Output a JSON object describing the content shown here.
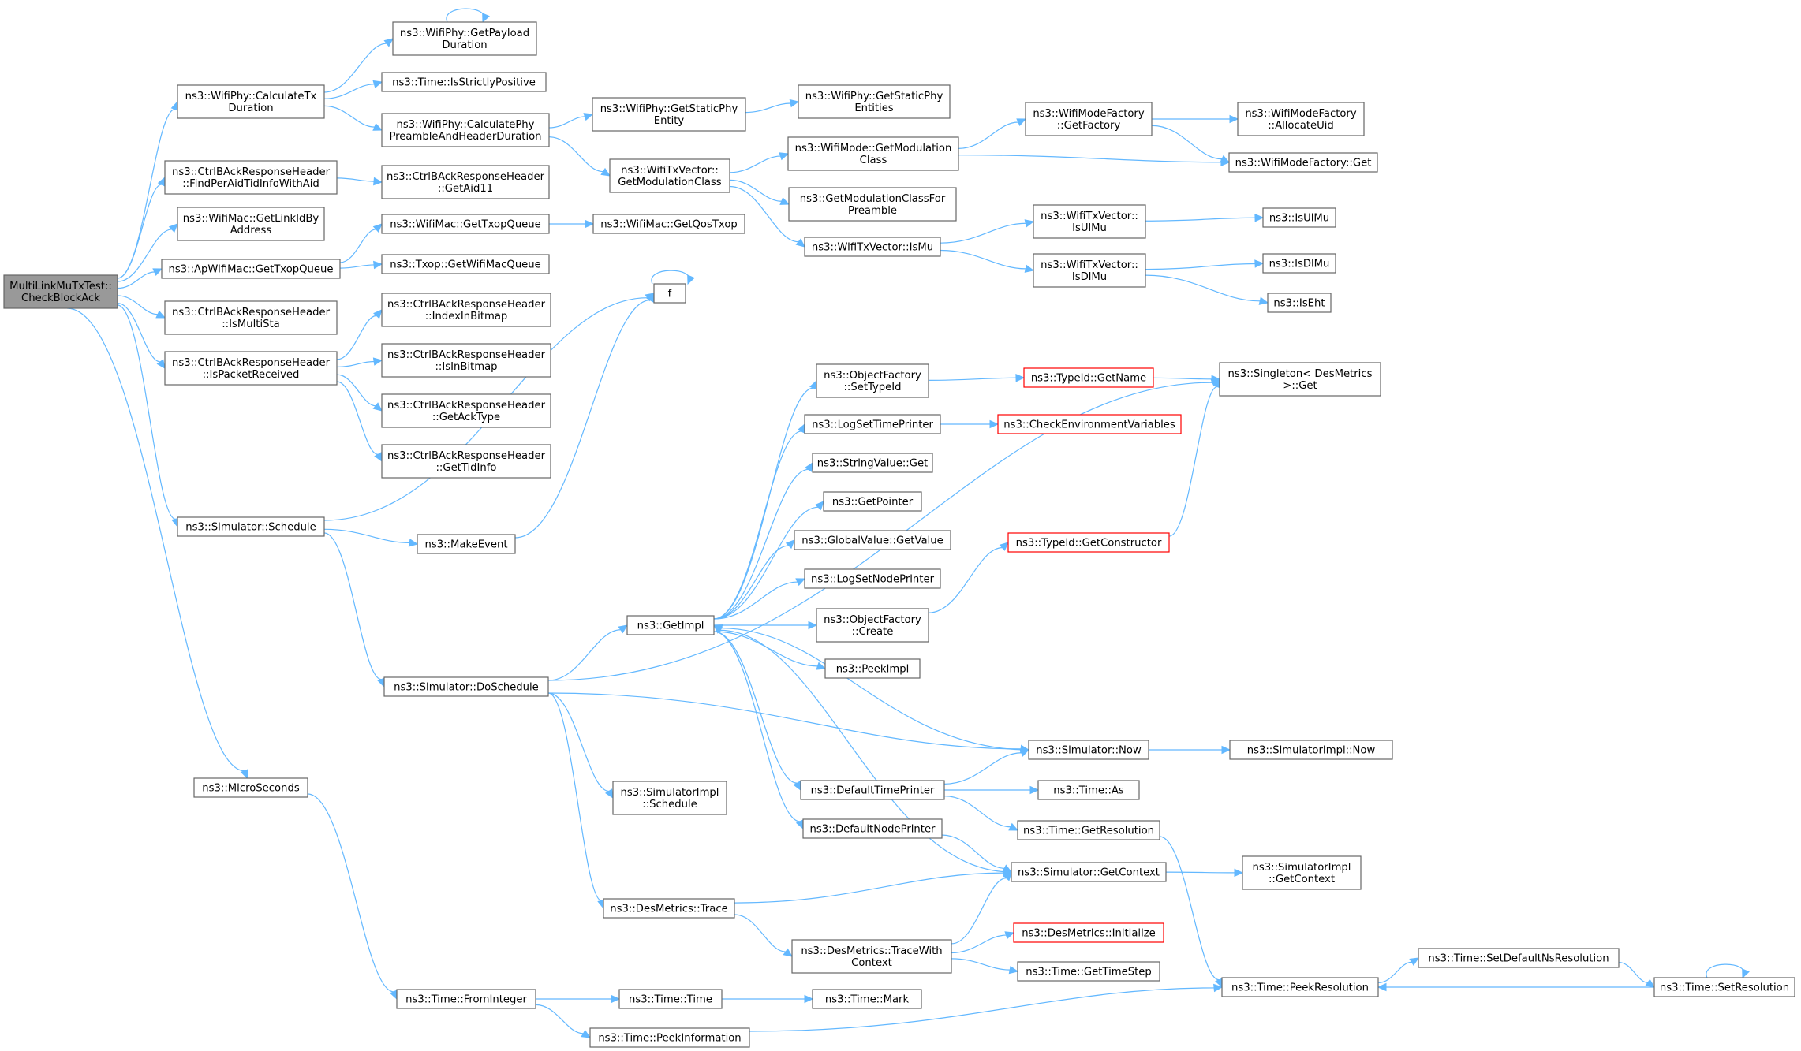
{
  "nodes": [
    {
      "id": "root",
      "label": [
        "MultiLinkMuTxTest::",
        "CheckBlockAck"
      ],
      "root": true
    },
    {
      "id": "calcTx",
      "label": [
        "ns3::WifiPhy::CalculateTx",
        "Duration"
      ]
    },
    {
      "id": "getPayload",
      "label": [
        "ns3::WifiPhy::GetPayload",
        "Duration"
      ]
    },
    {
      "id": "isStrictly",
      "label": [
        "ns3::Time::IsStrictlyPositive"
      ]
    },
    {
      "id": "calcPhy",
      "label": [
        "ns3::WifiPhy::CalculatePhy",
        "PreambleAndHeaderDuration"
      ]
    },
    {
      "id": "getStaticPhy",
      "label": [
        "ns3::WifiPhy::GetStaticPhy",
        "Entity"
      ]
    },
    {
      "id": "getStaticPhys",
      "label": [
        "ns3::WifiPhy::GetStaticPhy",
        "Entities"
      ]
    },
    {
      "id": "getModClass",
      "label": [
        "ns3::WifiTxVector::",
        "GetModulationClass"
      ]
    },
    {
      "id": "modeGetMod",
      "label": [
        "ns3::WifiMode::GetModulation",
        "Class"
      ]
    },
    {
      "id": "getFactory",
      "label": [
        "ns3::WifiModeFactory",
        "::GetFactory"
      ]
    },
    {
      "id": "allocUid",
      "label": [
        "ns3::WifiModeFactory",
        "::AllocateUid"
      ]
    },
    {
      "id": "factoryGet",
      "label": [
        "ns3::WifiModeFactory::Get"
      ]
    },
    {
      "id": "modClassFor",
      "label": [
        "ns3::GetModulationClassFor",
        "Preamble"
      ]
    },
    {
      "id": "isMu",
      "label": [
        "ns3::WifiTxVector::IsMu"
      ]
    },
    {
      "id": "isUlMuV",
      "label": [
        "ns3::WifiTxVector::",
        "IsUlMu"
      ]
    },
    {
      "id": "isDlMuV",
      "label": [
        "ns3::WifiTxVector::",
        "IsDlMu"
      ]
    },
    {
      "id": "isUlMu",
      "label": [
        "ns3::IsUlMu"
      ]
    },
    {
      "id": "isDlMu",
      "label": [
        "ns3::IsDlMu"
      ]
    },
    {
      "id": "isEht",
      "label": [
        "ns3::IsEht"
      ]
    },
    {
      "id": "findPer",
      "label": [
        "ns3::CtrlBAckResponseHeader",
        "::FindPerAidTidInfoWithAid"
      ]
    },
    {
      "id": "getAid11",
      "label": [
        "ns3::CtrlBAckResponseHeader",
        "::GetAid11"
      ]
    },
    {
      "id": "linkId",
      "label": [
        "ns3::WifiMac::GetLinkIdBy",
        "Address"
      ]
    },
    {
      "id": "apTxop",
      "label": [
        "ns3::ApWifiMac::GetTxopQueue"
      ]
    },
    {
      "id": "macTxop",
      "label": [
        "ns3::WifiMac::GetTxopQueue"
      ]
    },
    {
      "id": "qosTxop",
      "label": [
        "ns3::WifiMac::GetQosTxop"
      ]
    },
    {
      "id": "txopQueue",
      "label": [
        "ns3::Txop::GetWifiMacQueue"
      ]
    },
    {
      "id": "isMultiSta",
      "label": [
        "ns3::CtrlBAckResponseHeader",
        "::IsMultiSta"
      ]
    },
    {
      "id": "isPktRecv",
      "label": [
        "ns3::CtrlBAckResponseHeader",
        "::IsPacketReceived"
      ]
    },
    {
      "id": "indexBitmap",
      "label": [
        "ns3::CtrlBAckResponseHeader",
        "::IndexInBitmap"
      ]
    },
    {
      "id": "isInBitmap",
      "label": [
        "ns3::CtrlBAckResponseHeader",
        "::IsInBitmap"
      ]
    },
    {
      "id": "getAckType",
      "label": [
        "ns3::CtrlBAckResponseHeader",
        "::GetAckType"
      ]
    },
    {
      "id": "getTidInfo",
      "label": [
        "ns3::CtrlBAckResponseHeader",
        "::GetTidInfo"
      ]
    },
    {
      "id": "f",
      "label": [
        "f"
      ]
    },
    {
      "id": "schedule",
      "label": [
        "ns3::Simulator::Schedule"
      ]
    },
    {
      "id": "makeEvent",
      "label": [
        "ns3::MakeEvent"
      ]
    },
    {
      "id": "doSchedule",
      "label": [
        "ns3::Simulator::DoSchedule"
      ]
    },
    {
      "id": "getImpl",
      "label": [
        "ns3::GetImpl"
      ]
    },
    {
      "id": "setTypeId",
      "label": [
        "ns3::ObjectFactory",
        "::SetTypeId"
      ]
    },
    {
      "id": "typeGetName",
      "label": [
        "ns3::TypeId::GetName"
      ],
      "red": true
    },
    {
      "id": "singleton",
      "label": [
        "ns3::Singleton< DesMetrics",
        "  >::Get"
      ]
    },
    {
      "id": "logSetTime",
      "label": [
        "ns3::LogSetTimePrinter"
      ]
    },
    {
      "id": "checkEnv",
      "label": [
        "ns3::CheckEnvironmentVariables"
      ],
      "red": true
    },
    {
      "id": "stringGet",
      "label": [
        "ns3::StringValue::Get"
      ]
    },
    {
      "id": "getPointer",
      "label": [
        "ns3::GetPointer"
      ]
    },
    {
      "id": "globalGet",
      "label": [
        "ns3::GlobalValue::GetValue"
      ]
    },
    {
      "id": "logSetNode",
      "label": [
        "ns3::LogSetNodePrinter"
      ]
    },
    {
      "id": "objCreate",
      "label": [
        "ns3::ObjectFactory",
        "::Create"
      ]
    },
    {
      "id": "peekImpl",
      "label": [
        "ns3::PeekImpl"
      ]
    },
    {
      "id": "getCtor",
      "label": [
        "ns3::TypeId::GetConstructor"
      ],
      "red": true
    },
    {
      "id": "implSchedule",
      "label": [
        "ns3::SimulatorImpl",
        "::Schedule"
      ]
    },
    {
      "id": "simNow",
      "label": [
        "ns3::Simulator::Now"
      ]
    },
    {
      "id": "implNow",
      "label": [
        "ns3::SimulatorImpl::Now"
      ]
    },
    {
      "id": "defTime",
      "label": [
        "ns3::DefaultTimePrinter"
      ]
    },
    {
      "id": "timeAs",
      "label": [
        "ns3::Time::As"
      ]
    },
    {
      "id": "getRes",
      "label": [
        "ns3::Time::GetResolution"
      ]
    },
    {
      "id": "defNode",
      "label": [
        "ns3::DefaultNodePrinter"
      ]
    },
    {
      "id": "getContext",
      "label": [
        "ns3::Simulator::GetContext"
      ]
    },
    {
      "id": "implContext",
      "label": [
        "ns3::SimulatorImpl",
        "::GetContext"
      ]
    },
    {
      "id": "desTrace",
      "label": [
        "ns3::DesMetrics::Trace"
      ]
    },
    {
      "id": "traceWith",
      "label": [
        "ns3::DesMetrics::TraceWith",
        "Context"
      ]
    },
    {
      "id": "desInit",
      "label": [
        "ns3::DesMetrics::Initialize"
      ],
      "red": true
    },
    {
      "id": "timeStep",
      "label": [
        "ns3::Time::GetTimeStep"
      ]
    },
    {
      "id": "microSec",
      "label": [
        "ns3::MicroSeconds"
      ]
    },
    {
      "id": "fromInt",
      "label": [
        "ns3::Time::FromInteger"
      ]
    },
    {
      "id": "timeTime",
      "label": [
        "ns3::Time::Time"
      ]
    },
    {
      "id": "timeMark",
      "label": [
        "ns3::Time::Mark"
      ]
    },
    {
      "id": "peekInfo",
      "label": [
        "ns3::Time::PeekInformation"
      ]
    },
    {
      "id": "peekRes",
      "label": [
        "ns3::Time::PeekResolution"
      ]
    },
    {
      "id": "setDefNs",
      "label": [
        "ns3::Time::SetDefaultNsResolution"
      ]
    },
    {
      "id": "setRes",
      "label": [
        "ns3::Time::SetResolution"
      ]
    }
  ],
  "edges": [
    [
      "root",
      "calcTx"
    ],
    [
      "root",
      "findPer"
    ],
    [
      "root",
      "linkId"
    ],
    [
      "root",
      "apTxop"
    ],
    [
      "root",
      "isMultiSta"
    ],
    [
      "root",
      "isPktRecv"
    ],
    [
      "root",
      "schedule"
    ],
    [
      "root",
      "microSec"
    ],
    [
      "calcTx",
      "getPayload"
    ],
    [
      "calcTx",
      "isStrictly"
    ],
    [
      "calcTx",
      "calcPhy"
    ],
    [
      "getPayload",
      "getPayload"
    ],
    [
      "calcPhy",
      "getStaticPhy"
    ],
    [
      "calcPhy",
      "getModClass"
    ],
    [
      "getStaticPhy",
      "getStaticPhys"
    ],
    [
      "getModClass",
      "modeGetMod"
    ],
    [
      "getModClass",
      "modClassFor"
    ],
    [
      "getModClass",
      "isMu"
    ],
    [
      "modeGetMod",
      "getFactory"
    ],
    [
      "modeGetMod",
      "factoryGet"
    ],
    [
      "getFactory",
      "allocUid"
    ],
    [
      "getFactory",
      "factoryGet"
    ],
    [
      "isMu",
      "isUlMuV"
    ],
    [
      "isMu",
      "isDlMuV"
    ],
    [
      "isUlMuV",
      "isUlMu"
    ],
    [
      "isDlMuV",
      "isDlMu"
    ],
    [
      "isDlMuV",
      "isEht"
    ],
    [
      "findPer",
      "getAid11"
    ],
    [
      "apTxop",
      "macTxop"
    ],
    [
      "apTxop",
      "txopQueue"
    ],
    [
      "macTxop",
      "qosTxop"
    ],
    [
      "isPktRecv",
      "indexBitmap"
    ],
    [
      "isPktRecv",
      "isInBitmap"
    ],
    [
      "isPktRecv",
      "getAckType"
    ],
    [
      "isPktRecv",
      "getTidInfo"
    ],
    [
      "schedule",
      "f"
    ],
    [
      "schedule",
      "makeEvent"
    ],
    [
      "schedule",
      "doSchedule"
    ],
    [
      "makeEvent",
      "f"
    ],
    [
      "f",
      "f"
    ],
    [
      "doSchedule",
      "singleton"
    ],
    [
      "doSchedule",
      "getImpl"
    ],
    [
      "doSchedule",
      "simNow"
    ],
    [
      "doSchedule",
      "implSchedule"
    ],
    [
      "doSchedule",
      "desTrace"
    ],
    [
      "getImpl",
      "setTypeId"
    ],
    [
      "getImpl",
      "logSetTime"
    ],
    [
      "getImpl",
      "stringGet"
    ],
    [
      "getImpl",
      "getPointer"
    ],
    [
      "getImpl",
      "globalGet"
    ],
    [
      "getImpl",
      "logSetNode"
    ],
    [
      "getImpl",
      "objCreate"
    ],
    [
      "getImpl",
      "peekImpl"
    ],
    [
      "getImpl",
      "defTime"
    ],
    [
      "getImpl",
      "defNode"
    ],
    [
      "setTypeId",
      "typeGetName"
    ],
    [
      "typeGetName",
      "singleton"
    ],
    [
      "logSetTime",
      "checkEnv"
    ],
    [
      "objCreate",
      "getCtor"
    ],
    [
      "getCtor",
      "singleton"
    ],
    [
      "simNow",
      "getImpl"
    ],
    [
      "simNow",
      "implNow"
    ],
    [
      "defTime",
      "simNow"
    ],
    [
      "defTime",
      "timeAs"
    ],
    [
      "defTime",
      "getRes"
    ],
    [
      "getRes",
      "peekRes"
    ],
    [
      "defNode",
      "getContext"
    ],
    [
      "getContext",
      "getImpl"
    ],
    [
      "getContext",
      "implContext"
    ],
    [
      "desTrace",
      "getContext"
    ],
    [
      "desTrace",
      "traceWith"
    ],
    [
      "traceWith",
      "getContext"
    ],
    [
      "traceWith",
      "desInit"
    ],
    [
      "traceWith",
      "timeStep"
    ],
    [
      "microSec",
      "fromInt"
    ],
    [
      "fromInt",
      "timeTime"
    ],
    [
      "fromInt",
      "peekInfo"
    ],
    [
      "timeTime",
      "timeMark"
    ],
    [
      "peekInfo",
      "peekRes"
    ],
    [
      "peekRes",
      "setDefNs"
    ],
    [
      "setDefNs",
      "setRes"
    ],
    [
      "setRes",
      "peekRes"
    ],
    [
      "setRes",
      "setRes"
    ]
  ],
  "colors": {
    "edge": "#63b8ff",
    "node_border": "#666666",
    "root_fill": "#999999",
    "missing_border": "#ff0000"
  }
}
